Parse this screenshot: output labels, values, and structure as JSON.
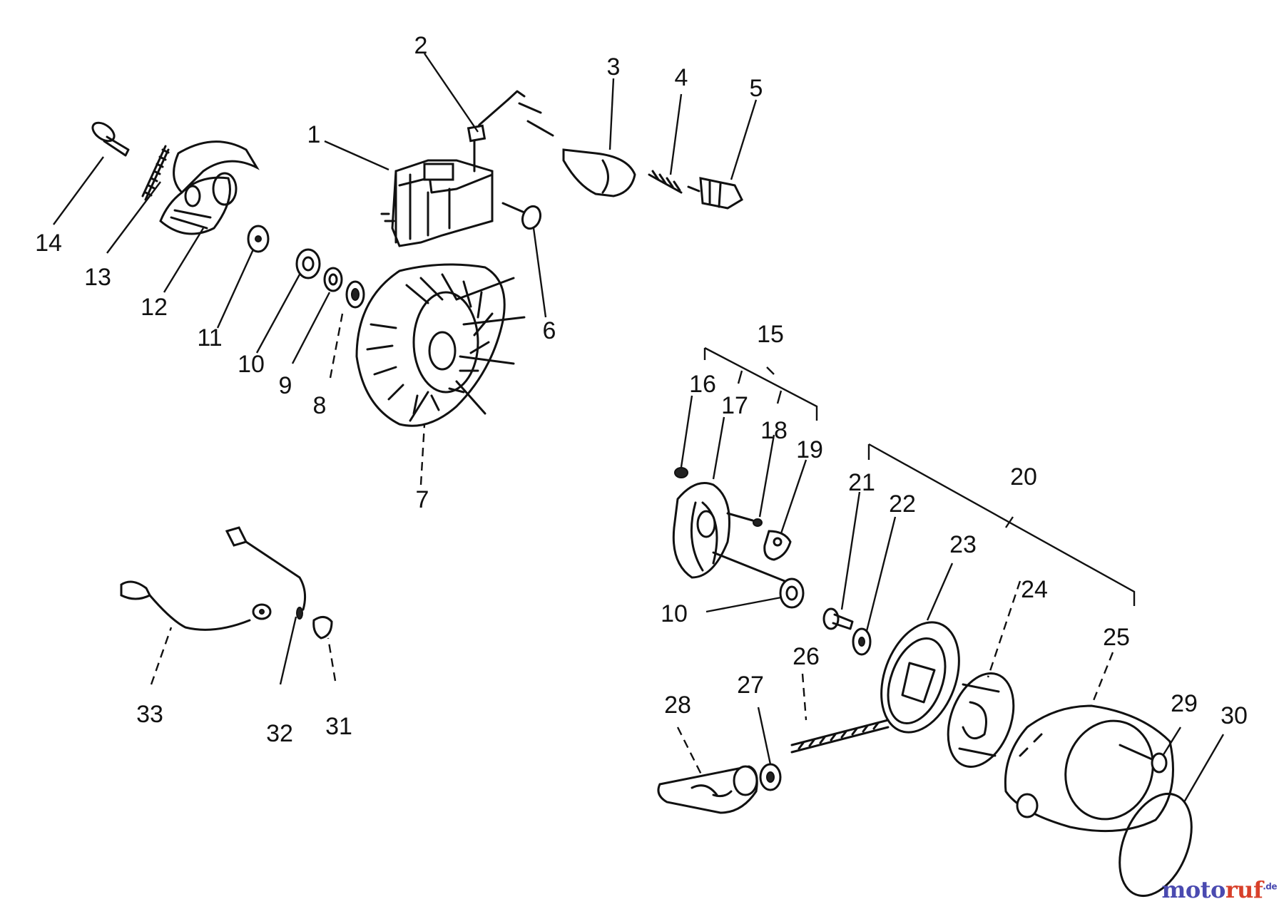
{
  "diagram": {
    "labels": [
      "1",
      "2",
      "3",
      "4",
      "5",
      "6",
      "7",
      "8",
      "9",
      "10",
      "11",
      "12",
      "13",
      "14",
      "15",
      "16",
      "17",
      "18",
      "19",
      "20",
      "21",
      "22",
      "23",
      "24",
      "25",
      "26",
      "27",
      "28",
      "29",
      "30",
      "31",
      "32",
      "33",
      "10"
    ]
  },
  "watermark": {
    "part1": "moto",
    "part2": "ruf",
    "suffix": ".de"
  }
}
